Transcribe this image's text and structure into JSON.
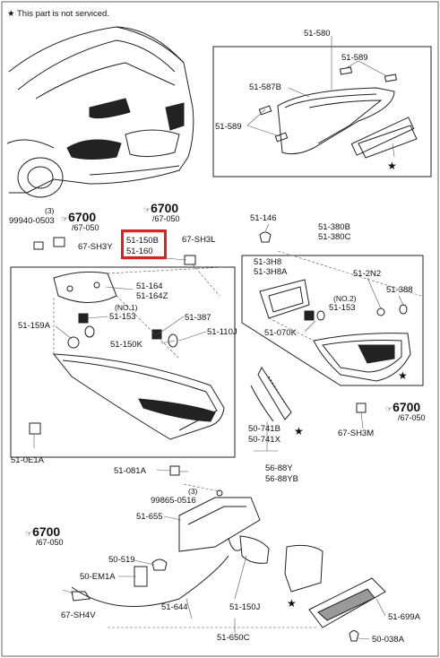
{
  "note": {
    "star": "★",
    "text": "This part is not serviced."
  },
  "labels": {
    "p51_580": "51-580",
    "p51_589_top": "51-589",
    "p51_587b": "51-587B",
    "p51_589_left": "51-589",
    "p99940": "99940-0503",
    "p99940_qty": "(3)",
    "p67_sh3y": "67-SH3Y",
    "p51_150b": "51-150B",
    "p51_160": "51-160",
    "p67_sh3l": "67-SH3L",
    "p51_164": "51-164",
    "p51_164z": "51-164Z",
    "p51_159a": "51-159A",
    "p51_153_left": "51-153",
    "p51_153_left_no": "(NO.1)",
    "p51_387": "51-387",
    "p51_150k": "51-150K",
    "p51_110j": "51-110J",
    "p51_0e1a": "51-0E1A",
    "p51_146": "51-146",
    "p51_380b": "51-380B",
    "p51_380c": "51-380C",
    "p51_3h8": "51-3H8",
    "p51_3h8a": "51-3H8A",
    "p51_2n2": "51-2N2",
    "p51_388": "51-388",
    "p51_153_right_no": "(NO.2)",
    "p51_153_right": "51-153",
    "p51_070k": "51-070K",
    "p50_741b": "50-741B",
    "p50_741x": "50-741X",
    "p67_sh3m": "67-SH3M",
    "p56_88y": "56-88Y",
    "p56_88yb": "56-88YB",
    "p51_081a": "51-081A",
    "p99865": "99865-0516",
    "p99865_qty": "(3)",
    "p51_655": "51-655",
    "p50_519": "50-519",
    "p50_em1a": "50-EM1A",
    "p67_sh4v": "67-SH4V",
    "p51_644": "51-644",
    "p51_150j": "51-150J",
    "p51_650c": "51-650C",
    "p51_699a": "51-699A",
    "p50_038a": "50-038A"
  },
  "refs": [
    {
      "id": "ref_left",
      "code": "6700",
      "sub": "/67-050"
    },
    {
      "id": "ref_mid",
      "code": "6700",
      "sub": "/67-050"
    },
    {
      "id": "ref_right",
      "code": "6700",
      "sub": "/67-050"
    },
    {
      "id": "ref_bottom",
      "code": "6700",
      "sub": "/67-050"
    }
  ],
  "stars": [
    "★",
    "★",
    "★",
    "★"
  ],
  "highlight_color": "#e0201e"
}
